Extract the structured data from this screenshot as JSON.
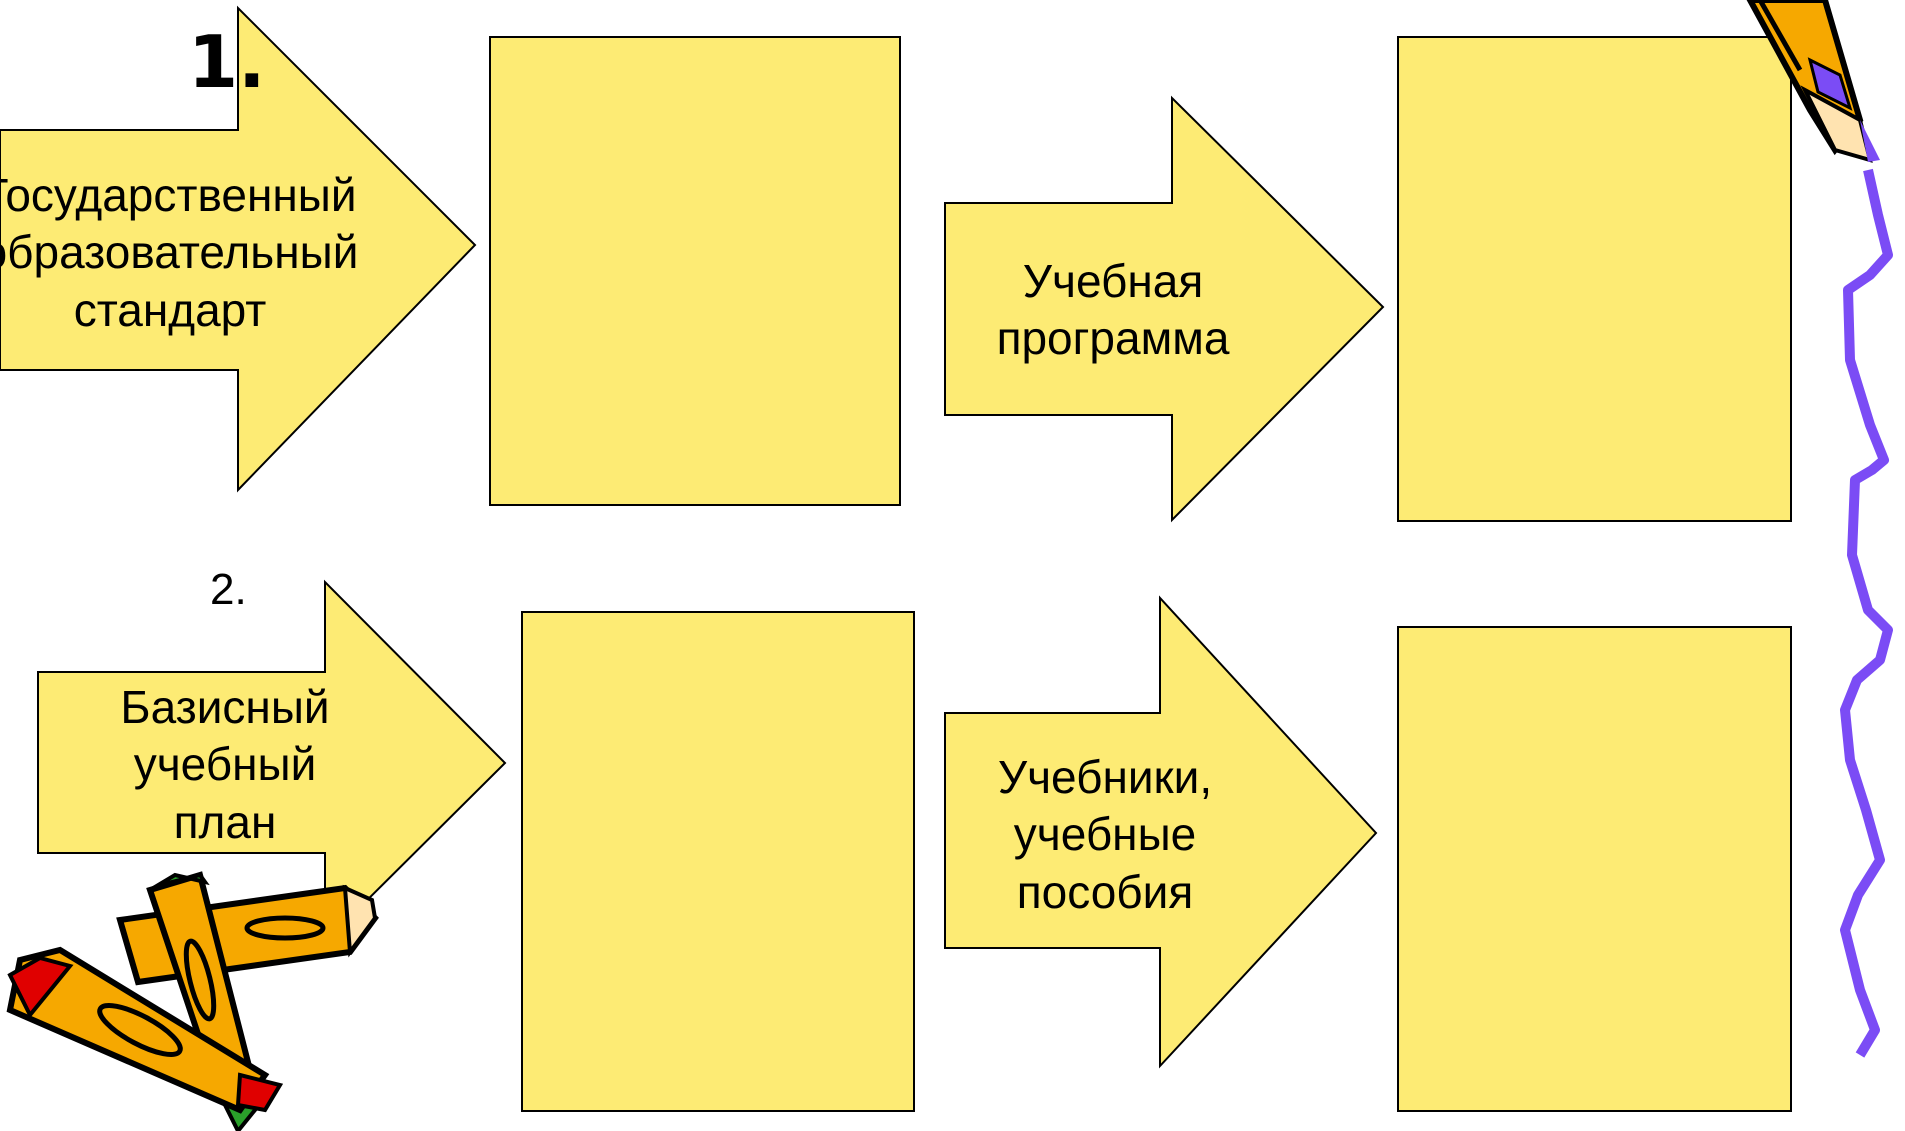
{
  "step_numbers": {
    "first": "1.",
    "second": "2."
  },
  "arrows": {
    "standard": "Государственный образовательный стандарт",
    "program": "Учебная программа",
    "plan": "Базисный учебный план",
    "textbooks": "Учебники, учебные пособия"
  },
  "colors": {
    "fill": "#fdeb74",
    "stroke": "#000000",
    "wavy_line": "#7b4cf5",
    "pencil_body": "#f6a800",
    "pencil_tip": "#e00000",
    "pencil_cap": "#2aa02a"
  },
  "decorations": [
    "pencil-icon",
    "pencils-icon",
    "wavy-line"
  ]
}
